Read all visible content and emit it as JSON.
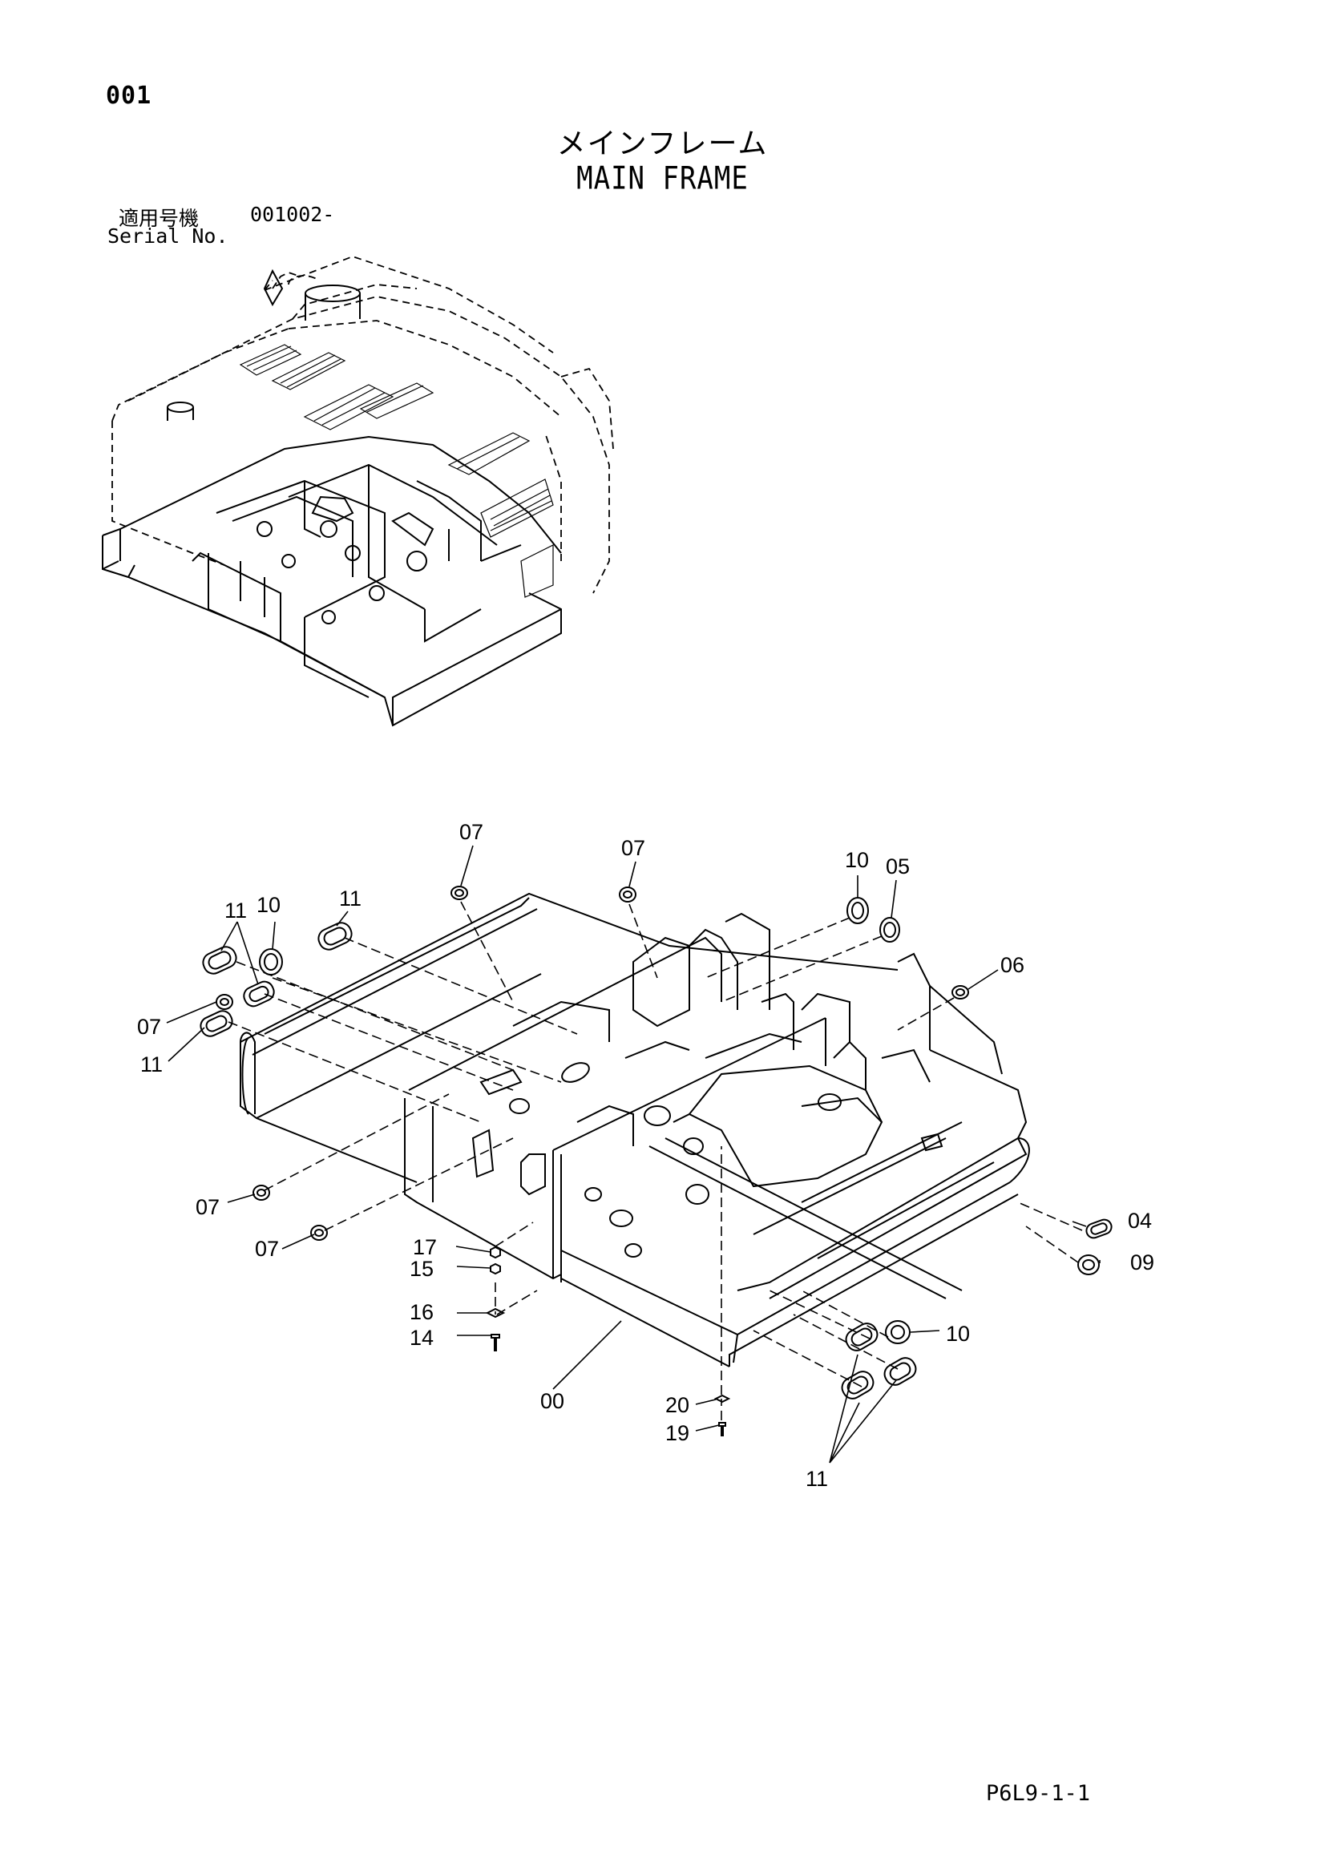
{
  "header": {
    "page_number": "001",
    "title_jp": "メインフレーム",
    "title_en": "MAIN FRAME",
    "serial_label_jp": "適用号機",
    "serial_range": "001002-",
    "serial_label_en": "Serial No."
  },
  "footer": {
    "doc_code": "P6L9-1-1"
  },
  "callouts": {
    "c07_top_a": "07",
    "c07_top_b": "07",
    "c10_top": "10",
    "c05": "05",
    "c06": "06",
    "c11_left_top": "11",
    "c10_left": "10",
    "c11_left_b": "11",
    "c07_left": "07",
    "c11_left_c": "11",
    "c07_low_a": "07",
    "c07_low_b": "07",
    "c17": "17",
    "c15": "15",
    "c16": "16",
    "c14": "14",
    "c00": "00",
    "c04": "04",
    "c09": "09",
    "c10_right": "10",
    "c20": "20",
    "c19": "19",
    "c11_bottom": "11"
  }
}
